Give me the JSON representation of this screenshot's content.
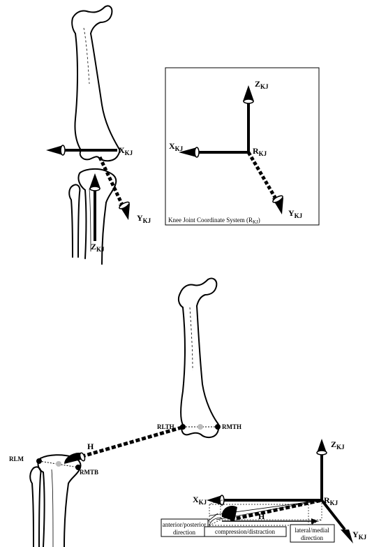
{
  "top_figure": {
    "axes": {
      "x_main": "X",
      "y_main": "Y",
      "z_main": "Z",
      "sub": "KJ"
    },
    "inset": {
      "x_main": "X",
      "y_main": "Y",
      "z_main": "Z",
      "r_main": "R",
      "sub": "KJ",
      "caption_main": "Knee Joint Coordinate System (R",
      "caption_sub": "KJ",
      "caption_end": ")"
    }
  },
  "bottom_figure": {
    "landmarks": {
      "rlth": "RLTH",
      "rmth": "RMTH",
      "rlm": "RLM",
      "rmtb": "RMTB",
      "h_left": "H"
    },
    "axes": {
      "x_main": "X",
      "y_main": "Y",
      "z_main": "Z",
      "r_main": "R",
      "sub": "KJ",
      "h_vector": "H"
    },
    "boxes": {
      "ap_line1": "anterior/posterior",
      "ap_line2": "direction",
      "compression": "compression/distraction",
      "lm_line1": "lateral/medial",
      "lm_line2": "direction"
    }
  }
}
